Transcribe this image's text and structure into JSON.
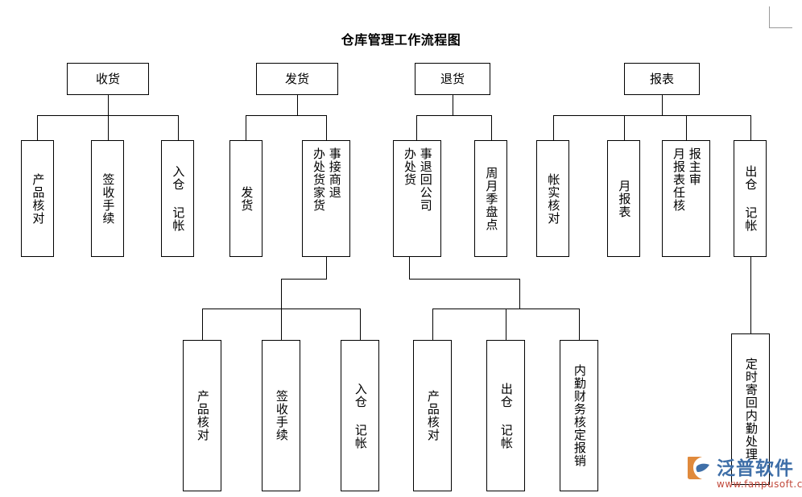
{
  "document": {
    "title": "仓库管理工作流程图",
    "background_color": "#ffffff",
    "line_color": "#000000"
  },
  "watermark": {
    "brand": "泛普软件",
    "url": "www.fanpusoft.com",
    "brand_color": "#3f6fa8",
    "url_color": "#c24a3c",
    "logo_color": "#e08a3c"
  },
  "chart_data": {
    "type": "diagram",
    "title": "仓库管理工作流程图",
    "roots": [
      {
        "id": "receive",
        "label": "收货",
        "children": [
          {
            "id": "receive-check",
            "label": "产品核对"
          },
          {
            "id": "receive-sign",
            "label": "签收手续"
          },
          {
            "id": "receive-in",
            "label": "入仓 记帐"
          }
        ]
      },
      {
        "id": "ship",
        "label": "发货",
        "children": [
          {
            "id": "ship-out",
            "label": "发货"
          },
          {
            "id": "ship-return",
            "label": "接商家退货事办处货",
            "columns": [
              "事接商退",
              "办处货家货"
            ],
            "children": [
              {
                "id": "ship-return-check",
                "label": "产品核对"
              },
              {
                "id": "ship-return-sign",
                "label": "签收手续"
              },
              {
                "id": "ship-return-in",
                "label": "入仓 记帐"
              }
            ]
          }
        ]
      },
      {
        "id": "refund",
        "label": "退货",
        "children": [
          {
            "id": "refund-company",
            "label": "退回公司事办处货",
            "columns": [
              "事退回公司",
              "办处货"
            ],
            "children": [
              {
                "id": "refund-check",
                "label": "产品核对"
              },
              {
                "id": "refund-out",
                "label": "出仓 记帐"
              },
              {
                "id": "refund-finance",
                "label": "内勤财务核定报销"
              }
            ]
          },
          {
            "id": "refund-stock",
            "label": "周月季盘点"
          }
        ]
      },
      {
        "id": "report",
        "label": "报表",
        "children": [
          {
            "id": "report-audit",
            "label": "帐实核对"
          },
          {
            "id": "report-monthly",
            "label": "月报表"
          },
          {
            "id": "report-approve",
            "label": "月报表主任审核",
            "columns": [
              "报主审",
              "月报表任核"
            ]
          },
          {
            "id": "report-out",
            "label": "出仓 记帐",
            "children": [
              {
                "id": "report-mail",
                "label": "定时寄回内勤处理"
              }
            ]
          }
        ]
      }
    ]
  }
}
